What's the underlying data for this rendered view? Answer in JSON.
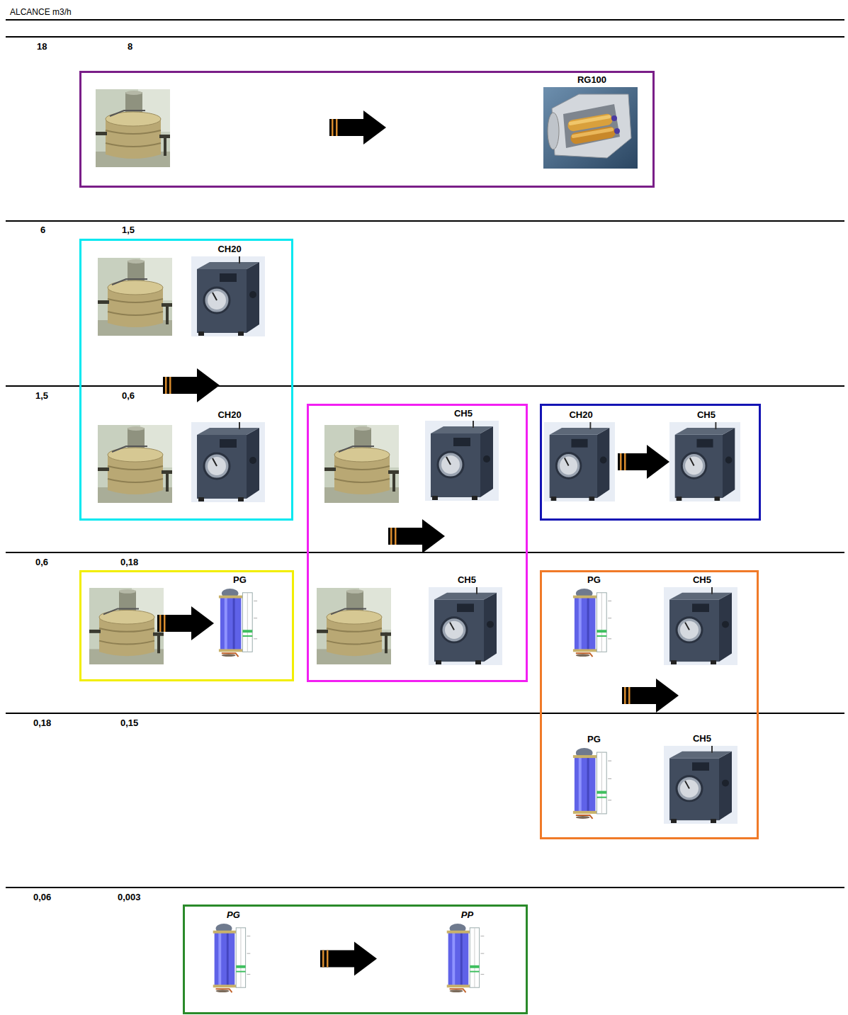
{
  "diagram": {
    "title": "ALCANCE m3/h",
    "nodes": [
      {
        "text": []
      },
      {
        "text": [
          "RG100"
        ],
        "in": 0
      },
      {
        "text": []
      },
      {
        "text": [
          "CH20"
        ],
        "in": 2
      },
      {
        "text": [
          "CH20"
        ],
        "in": 2
      },
      {
        "text": []
      },
      {
        "text": [
          "CH5"
        ],
        "in": 5
      },
      {
        "text": [
          "CH5"
        ],
        "in": 5
      },
      {
        "text": []
      },
      {
        "text": [
          "CH20"
        ],
        "in": 8
      },
      {
        "text": [
          "CH5"
        ],
        "in": 8
      },
      {
        "text": []
      },
      {
        "text": [
          "PG"
        ],
        "in": 11
      },
      {
        "text": []
      },
      {
        "text": [
          "PG"
        ],
        "in": 13
      },
      {
        "text": [
          "CH5"
        ],
        "in": 13
      },
      {
        "text": [
          "PG"
        ],
        "in": 13
      },
      {
        "text": [
          "CH5"
        ],
        "in": 13
      },
      {
        "text": []
      },
      {
        "text": [
          "PG"
        ],
        "in": 18
      },
      {
        "text": [
          "PP"
        ],
        "in": 18
      }
    ],
    "edges": [
      {
        "from": 9,
        "to": 10,
        "arrow": "to"
      },
      {
        "from": 19,
        "to": 20,
        "arrow": "to"
      }
    ],
    "labels": [
      "18",
      "8",
      "6",
      "1,5",
      "1,5",
      "0,6",
      "0,6",
      "0,18",
      "0,18",
      "0,15",
      "0,06",
      "0,003"
    ]
  }
}
